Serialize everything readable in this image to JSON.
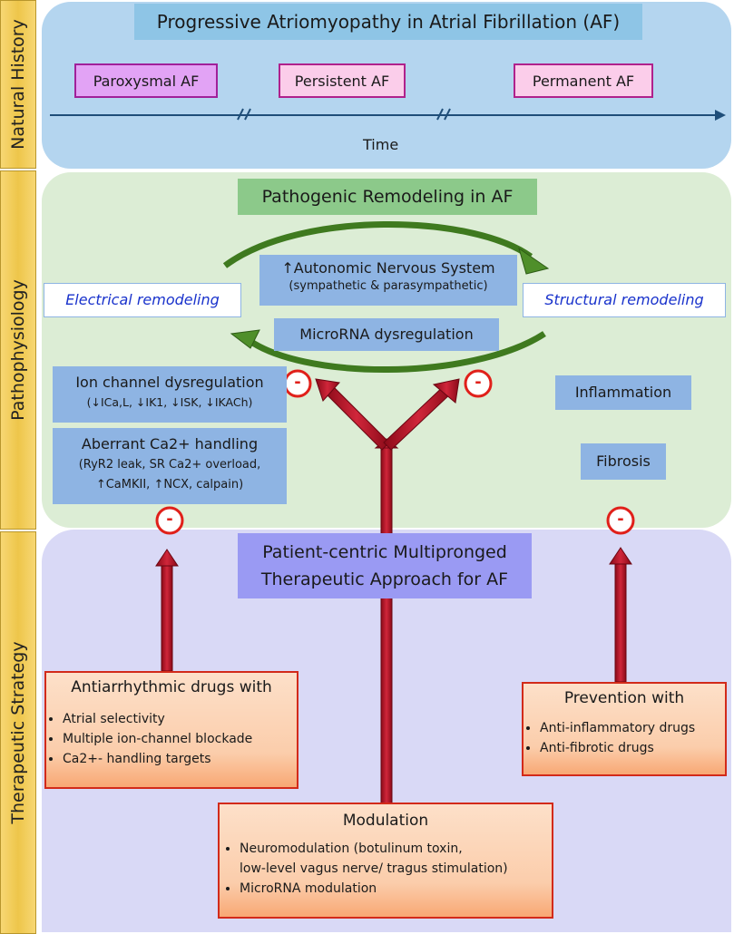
{
  "sidebar": {
    "natural_history": "Natural History",
    "pathophysiology": "Pathophysiology",
    "therapeutic_strategy": "Therapeutic Strategy"
  },
  "natural_history": {
    "title": "Progressive Atriomyopathy in Atrial Fibrillation (AF)",
    "stages": [
      "Paroxysmal AF",
      "Persistent AF",
      "Permanent AF"
    ],
    "axis_label": "Time"
  },
  "pathophysiology": {
    "title": "Pathogenic Remodeling in AF",
    "ans_line1": "↑Autonomic Nervous System",
    "ans_line2": "(sympathetic & parasympathetic)",
    "electrical": "Electrical remodeling",
    "structural": "Structural remodeling",
    "microrna": "MicroRNA dysregulation",
    "ion_channel_title": "Ion channel dysregulation",
    "ion_channel_detail": "(↓ICa,L, ↓IK1, ↓ISK, ↓IKACh)",
    "ca_title": "Aberrant Ca2+ handling",
    "ca_line1": "(RyR2 leak, SR Ca2+ overload,",
    "ca_line2": "↑CaMKII, ↑NCX, calpain)",
    "inflammation": "Inflammation",
    "fibrosis": "Fibrosis",
    "inhibit_symbol": "-"
  },
  "therapy": {
    "title_line1": "Patient-centric Multipronged",
    "title_line2": "Therapeutic Approach for AF",
    "antiarrhythmic": {
      "title": "Antiarrhythmic drugs with",
      "items": [
        "Atrial selectivity",
        "Multiple ion-channel blockade",
        "Ca2+- handling targets"
      ]
    },
    "prevention": {
      "title": "Prevention with",
      "items": [
        "Anti-inflammatory drugs",
        "Anti-fibrotic drugs"
      ]
    },
    "modulation": {
      "title": "Modulation",
      "items": [
        "Neuromodulation (botulinum toxin,",
        "low-level vagus nerve/ tragus stimulation)",
        "MicroRNA modulation"
      ]
    }
  },
  "colors": {
    "arrow_red": "#b80d22",
    "arrow_green": "#3f7a1f",
    "timeline": "#1f4e79",
    "inhibit_ring": "#e0201a"
  }
}
